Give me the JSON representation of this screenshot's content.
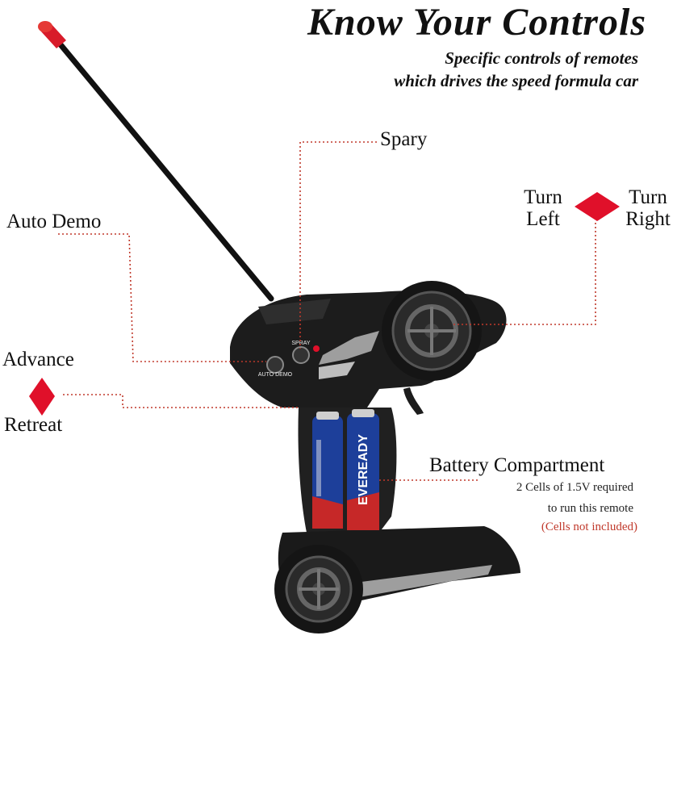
{
  "header": {
    "title": "Know Your Controls",
    "subtitle_line1": "Specific controls of remotes",
    "subtitle_line2": "which drives the speed formula car"
  },
  "callouts": {
    "spary": "Spary",
    "auto_demo": "Auto Demo",
    "turn_left": "Turn Left",
    "turn_right": "Turn Right",
    "advance": "Advance",
    "retreat": "Retreat",
    "battery_title": "Battery Compartment",
    "battery_line1": "2 Cells of 1.5V required",
    "battery_line2": "to run this remote",
    "battery_note": "(Cells not included)"
  },
  "remote": {
    "button_spray_label": "SPRAY",
    "button_auto_label": "AUTO DEMO",
    "battery_brand": "EVEREADY"
  },
  "colors": {
    "accent_red": "#e0102a",
    "leader_red": "#c0392b",
    "body_black": "#1c1c1c",
    "battery_blue": "#1d3f9a"
  }
}
